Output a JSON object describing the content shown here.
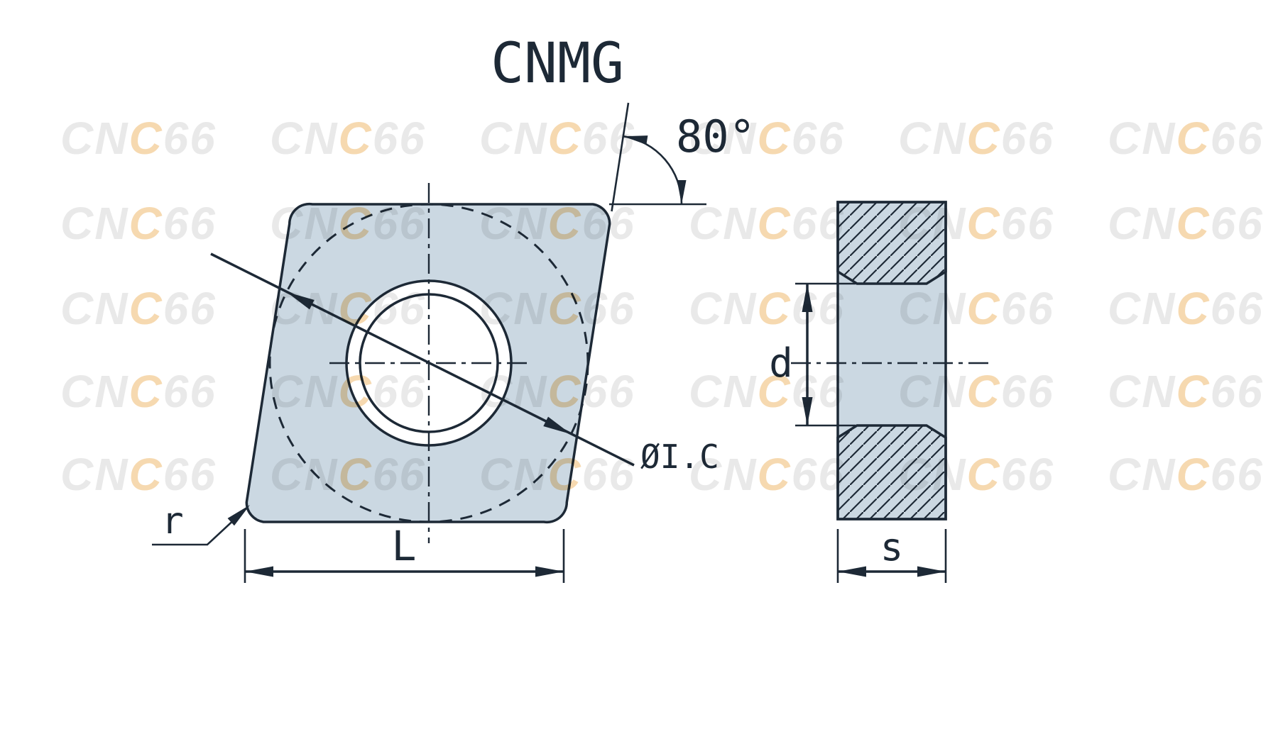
{
  "title": "CNMG",
  "labels": {
    "angle": "80°",
    "inscribed_circle": "ØI.C",
    "corner_radius": "r",
    "edge_length": "L",
    "hole_diameter": "d",
    "thickness": "s"
  },
  "watermark": {
    "segments": [
      {
        "text": "CN",
        "tone": "gray"
      },
      {
        "text": "C",
        "tone": "orange"
      },
      {
        "text": "66",
        "tone": "gray"
      }
    ]
  },
  "colors": {
    "line": "#1d2936",
    "insert_fill": "#cbd8e2",
    "watermark_gray": "#e9e9e9",
    "watermark_orange": "#f6d9b0"
  }
}
